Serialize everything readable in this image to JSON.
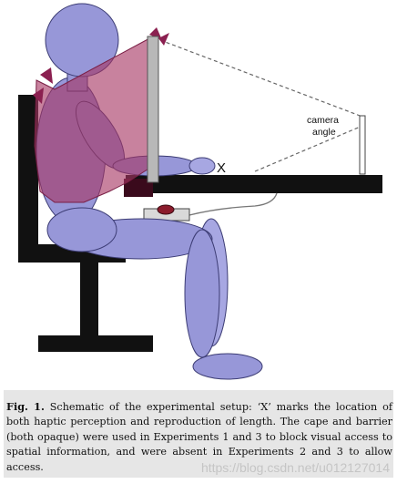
{
  "figure": {
    "labels": {
      "camera_line1": "camera",
      "camera_line2": "angle",
      "x_marker": "X"
    },
    "colors": {
      "body_fill": "#9797d8",
      "body_stroke": "#3c3c74",
      "cape_fill": "#a63663",
      "furniture": "#111111",
      "barrier": "#b8b8b8",
      "camera_line": "#666666"
    }
  },
  "caption": {
    "label": "Fig. 1.",
    "text": "Schematic of the experimental setup: ‘X’ marks the location of both haptic perception and reproduction of length. The cape and barrier (both opaque) were used in Experiments 1 and 3 to block visual access to spatial information, and were absent in Experiments 2 and 3 to allow access."
  },
  "watermark": "https://blog.csdn.net/u012127014"
}
